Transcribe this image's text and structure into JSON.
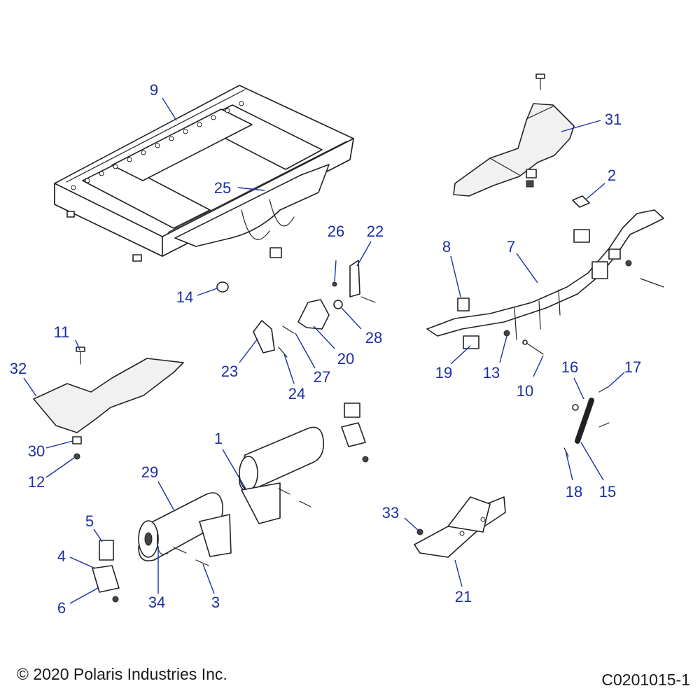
{
  "diagram": {
    "callouts": [
      {
        "id": "c1",
        "label": "1"
      },
      {
        "id": "c2",
        "label": "2"
      },
      {
        "id": "c3",
        "label": "3"
      },
      {
        "id": "c4",
        "label": "4"
      },
      {
        "id": "c5",
        "label": "5"
      },
      {
        "id": "c6",
        "label": "6"
      },
      {
        "id": "c7",
        "label": "7"
      },
      {
        "id": "c8",
        "label": "8"
      },
      {
        "id": "c9",
        "label": "9"
      },
      {
        "id": "c10",
        "label": "10"
      },
      {
        "id": "c11",
        "label": "11"
      },
      {
        "id": "c12",
        "label": "12"
      },
      {
        "id": "c13",
        "label": "13"
      },
      {
        "id": "c14",
        "label": "14"
      },
      {
        "id": "c15",
        "label": "15"
      },
      {
        "id": "c16",
        "label": "16"
      },
      {
        "id": "c17",
        "label": "17"
      },
      {
        "id": "c18",
        "label": "18"
      },
      {
        "id": "c19",
        "label": "19"
      },
      {
        "id": "c20",
        "label": "20"
      },
      {
        "id": "c21",
        "label": "21"
      },
      {
        "id": "c22",
        "label": "22"
      },
      {
        "id": "c23",
        "label": "23"
      },
      {
        "id": "c24",
        "label": "24"
      },
      {
        "id": "c25",
        "label": "25"
      },
      {
        "id": "c26",
        "label": "26"
      },
      {
        "id": "c27",
        "label": "27"
      },
      {
        "id": "c28",
        "label": "28"
      },
      {
        "id": "c29",
        "label": "29"
      },
      {
        "id": "c30",
        "label": "30"
      },
      {
        "id": "c31",
        "label": "31"
      },
      {
        "id": "c32",
        "label": "32"
      },
      {
        "id": "c33",
        "label": "33"
      },
      {
        "id": "c34",
        "label": "34"
      }
    ],
    "callout_color": "#1a2fa6",
    "line_color": "#222222"
  },
  "footer": {
    "copyright": "© 2020 Polaris Industries Inc.",
    "drawing_code": "C0201015-1"
  }
}
